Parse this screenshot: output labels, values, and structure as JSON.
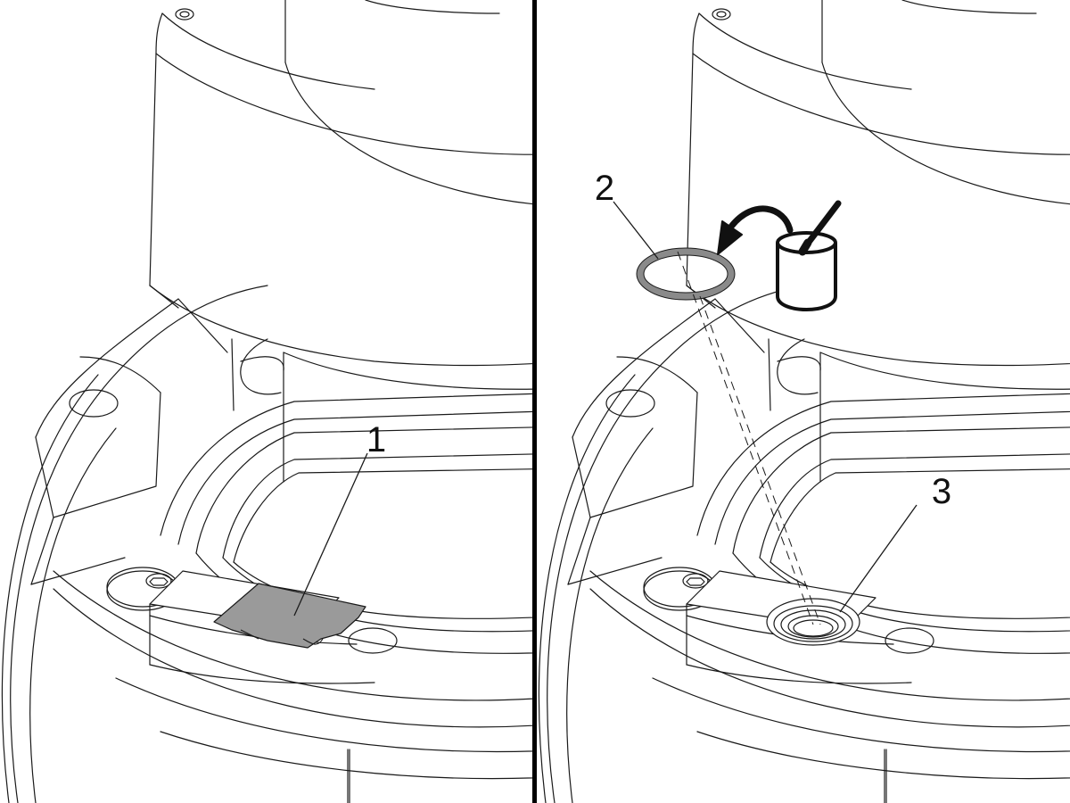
{
  "figure": {
    "callouts": [
      {
        "number": "1",
        "part": "protective-film"
      },
      {
        "number": "2",
        "part": "o-ring"
      },
      {
        "number": "3",
        "part": "port"
      }
    ],
    "colors": {
      "line": "#1a1a1a",
      "film_fill": "#9a9a9a",
      "o_ring": "#8a8a8a",
      "divider": "#000000",
      "background": "#ffffff"
    },
    "icons": [
      "grease-pot-icon",
      "curved-arrow-icon",
      "brush-icon"
    ]
  }
}
